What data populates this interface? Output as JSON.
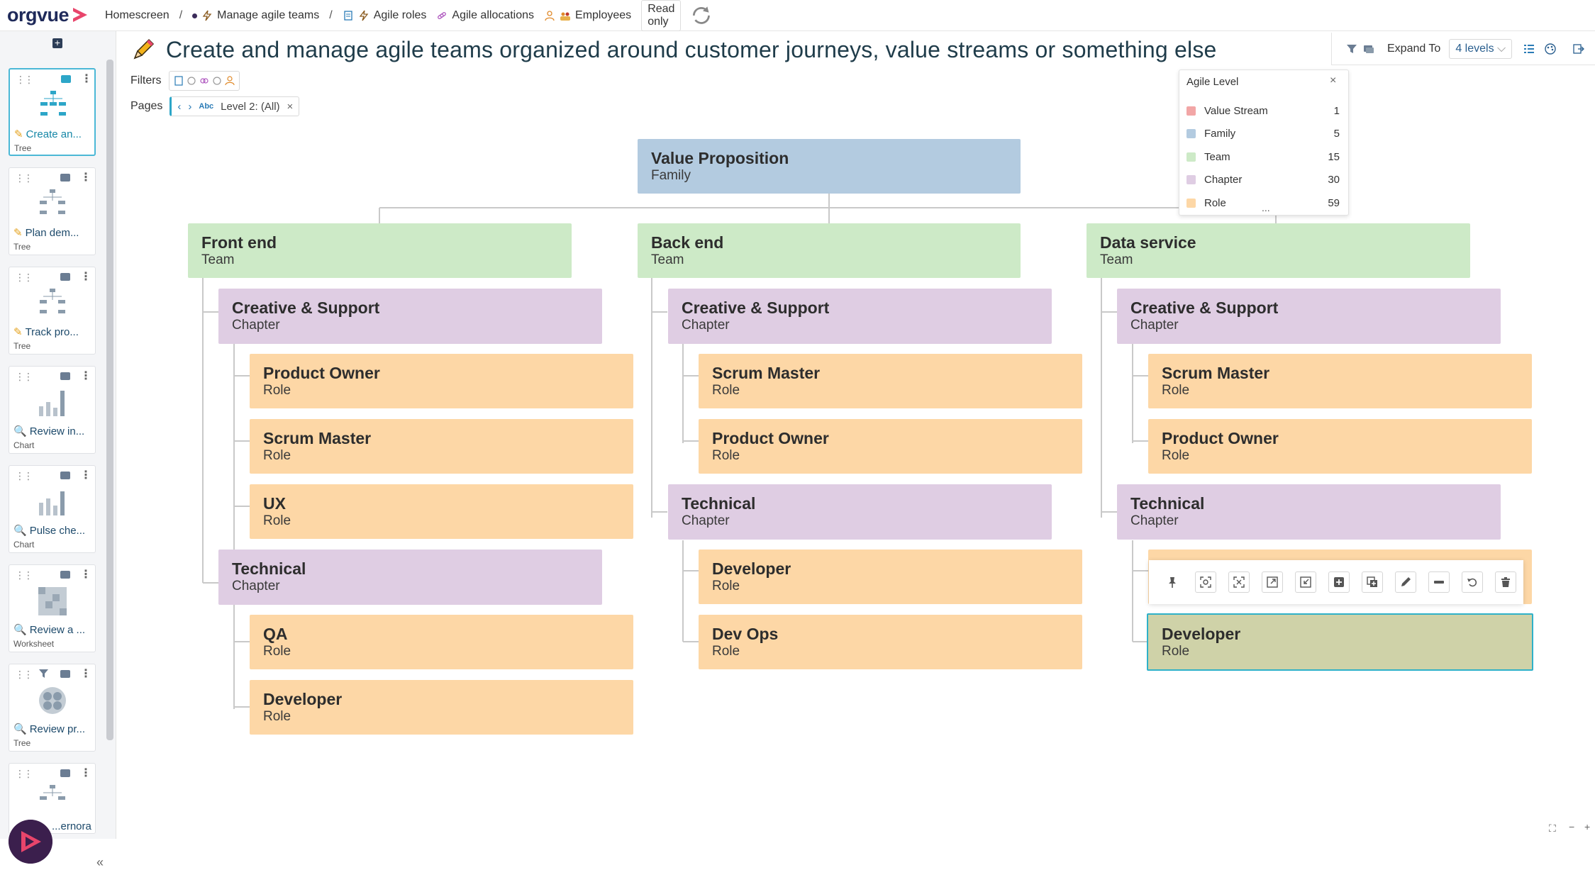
{
  "app": {
    "logo_text": "orgvue"
  },
  "breadcrumb": {
    "items": [
      "Homescreen",
      "Manage agile teams"
    ],
    "tabs": [
      "Agile roles",
      "Agile allocations",
      "Employees"
    ],
    "read_only": "Read only"
  },
  "sidebar": {
    "cards": [
      {
        "title": "Create an...",
        "kind": "Tree",
        "icon": "pencil-icon"
      },
      {
        "title": "Plan dem...",
        "kind": "Tree",
        "icon": "pencil-icon"
      },
      {
        "title": "Track pro...",
        "kind": "Tree",
        "icon": "pencil-icon"
      },
      {
        "title": "Review in...",
        "kind": "Chart",
        "icon": "magnifier-icon"
      },
      {
        "title": "Pulse che...",
        "kind": "Chart",
        "icon": "magnifier-icon"
      },
      {
        "title": "Review a ...",
        "kind": "Worksheet",
        "icon": "magnifier-icon"
      },
      {
        "title": "Review pr...",
        "kind": "Tree",
        "icon": "magnifier-icon"
      },
      {
        "title": "...ernora",
        "kind": "",
        "icon": "magnifier-icon"
      }
    ]
  },
  "header": {
    "title": "Create and manage agile teams organized around customer journeys, value streams or something else",
    "expand_label": "Expand To",
    "expand_value": "4 levels",
    "filters_label": "Filters",
    "pages_label": "Pages",
    "page_value": "Level 2: (All)",
    "abc": "Abc"
  },
  "legend": {
    "title": "Agile Level",
    "more": "...",
    "items": [
      {
        "label": "Value Stream",
        "count": "1",
        "color": "#f2a6a6"
      },
      {
        "label": "Family",
        "count": "5",
        "color": "#b3cbe0"
      },
      {
        "label": "Team",
        "count": "15",
        "color": "#cdeac7"
      },
      {
        "label": "Chapter",
        "count": "30",
        "color": "#dfcde3"
      },
      {
        "label": "Role",
        "count": "59",
        "color": "#fdd7a6"
      }
    ]
  },
  "tree": {
    "root": {
      "name": "Value Proposition",
      "type": "Family"
    },
    "teams": [
      {
        "name": "Front end",
        "type": "Team",
        "chapters": [
          {
            "name": "Creative & Support",
            "type": "Chapter",
            "roles": [
              {
                "name": "Product Owner",
                "type": "Role"
              },
              {
                "name": "Scrum Master",
                "type": "Role"
              },
              {
                "name": "UX",
                "type": "Role"
              }
            ]
          },
          {
            "name": "Technical",
            "type": "Chapter",
            "roles": [
              {
                "name": "QA",
                "type": "Role"
              },
              {
                "name": "Developer",
                "type": "Role"
              }
            ]
          }
        ]
      },
      {
        "name": "Back end",
        "type": "Team",
        "chapters": [
          {
            "name": "Creative & Support",
            "type": "Chapter",
            "roles": [
              {
                "name": "Scrum Master",
                "type": "Role"
              },
              {
                "name": "Product Owner",
                "type": "Role"
              }
            ]
          },
          {
            "name": "Technical",
            "type": "Chapter",
            "roles": [
              {
                "name": "Developer",
                "type": "Role"
              },
              {
                "name": "Dev Ops",
                "type": "Role"
              }
            ]
          }
        ]
      },
      {
        "name": "Data service",
        "type": "Team",
        "chapters": [
          {
            "name": "Creative & Support",
            "type": "Chapter",
            "roles": [
              {
                "name": "Scrum Master",
                "type": "Role"
              },
              {
                "name": "Product Owner",
                "type": "Role"
              }
            ]
          },
          {
            "name": "Technical",
            "type": "Chapter",
            "roles": [
              {
                "name": "Developer",
                "type": "Role"
              }
            ]
          }
        ]
      }
    ]
  },
  "node_toolbar": {
    "buttons": [
      "pin-icon",
      "focus-icon",
      "collapse-icon",
      "expand-out-icon",
      "expand-in-icon",
      "add-child-icon",
      "duplicate-icon",
      "edit-icon",
      "minus-icon",
      "undo-icon",
      "delete-icon"
    ]
  },
  "colors": {
    "accent": "#2da6c8",
    "family": "#b3cbe0",
    "team": "#cdeac7",
    "chapter": "#dfcde3",
    "role": "#fdd7a6",
    "selected": "#cfd2a8"
  }
}
